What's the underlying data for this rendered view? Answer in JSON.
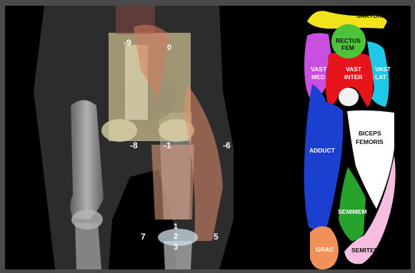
{
  "xray": {
    "markers": {
      "m9": "-9",
      "m0": "0",
      "m8": "-8",
      "m1": "-1",
      "m6": "-6",
      "m7": "7",
      "m5": "5",
      "k1": "1",
      "k2": "2",
      "k3": "3"
    }
  },
  "muscles": {
    "sartorius": "SARTORIUS",
    "rectus_line1": "RECTUS",
    "rectus_line2": "FEM",
    "vast_med_line1": "VAST",
    "vast_med_line2": "MED",
    "vast_inter_line1": "VAST",
    "vast_inter_line2": "INTER",
    "vast_lat_line1": "VAST",
    "vast_lat_line2": "LAT",
    "adduct": "ADDUCT",
    "biceps_line1": "BICEPS",
    "biceps_line2": "FEMORIS",
    "semimem": "SEMIMEM",
    "grac": "GRAC",
    "semiten": "SEMITEN"
  },
  "colors": {
    "sartorius": "#f2e21c",
    "rectus": "#4cc43a",
    "vast_med": "#c94fe0",
    "vast_inter": "#e8141c",
    "vast_lat": "#1ec8e6",
    "adduct": "#1b3fcf",
    "biceps": "#ffffff",
    "semimem": "#25a32a",
    "grac": "#f0915a",
    "semiten": "#f7bde0",
    "bone": "#f2f2f2"
  }
}
